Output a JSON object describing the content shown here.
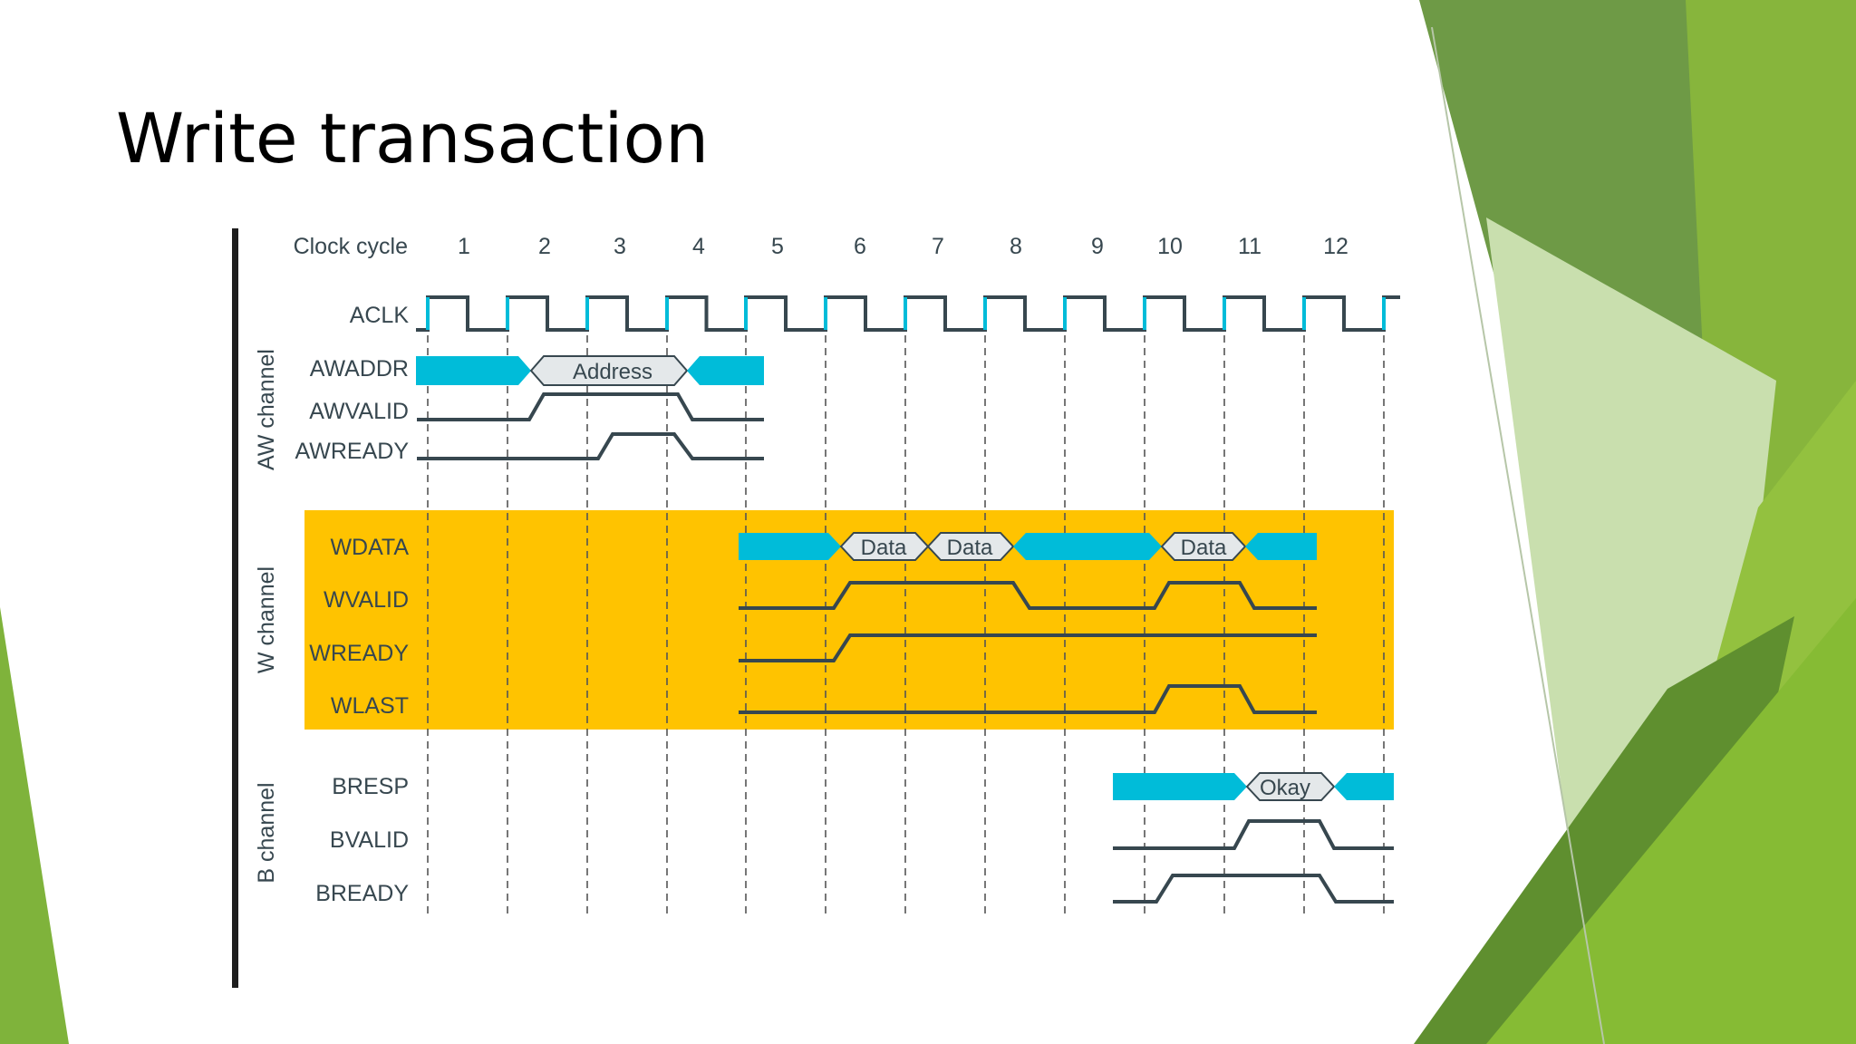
{
  "slide": {
    "title": "Write transaction"
  },
  "diagram": {
    "clock_label": "Clock cycle",
    "cycles": [
      "1",
      "2",
      "3",
      "4",
      "5",
      "6",
      "7",
      "8",
      "9",
      "10",
      "11",
      "12"
    ],
    "channels": [
      "AW channel",
      "W channel",
      "B channel"
    ],
    "signals": {
      "aclk": "ACLK",
      "awaddr": "AWADDR",
      "awvalid": "AWVALID",
      "awready": "AWREADY",
      "wdata": "WDATA",
      "wvalid": "WVALID",
      "wready": "WREADY",
      "wlast": "WLAST",
      "bresp": "BRESP",
      "bvalid": "BVALID",
      "bready": "BREADY"
    },
    "bus_values": {
      "address": "Address",
      "data": "Data",
      "okay": "Okay"
    }
  },
  "colors": {
    "bus_fill": "#00bcd9",
    "bus_value_fill": "#e4e8ea",
    "w_channel_band": "#ffc300",
    "signal_line": "#37474f",
    "clock_edge": "#00bcd9",
    "green_dark": "#6a9a3a",
    "green_mid": "#7fb33b",
    "green_light": "#93c13f"
  }
}
